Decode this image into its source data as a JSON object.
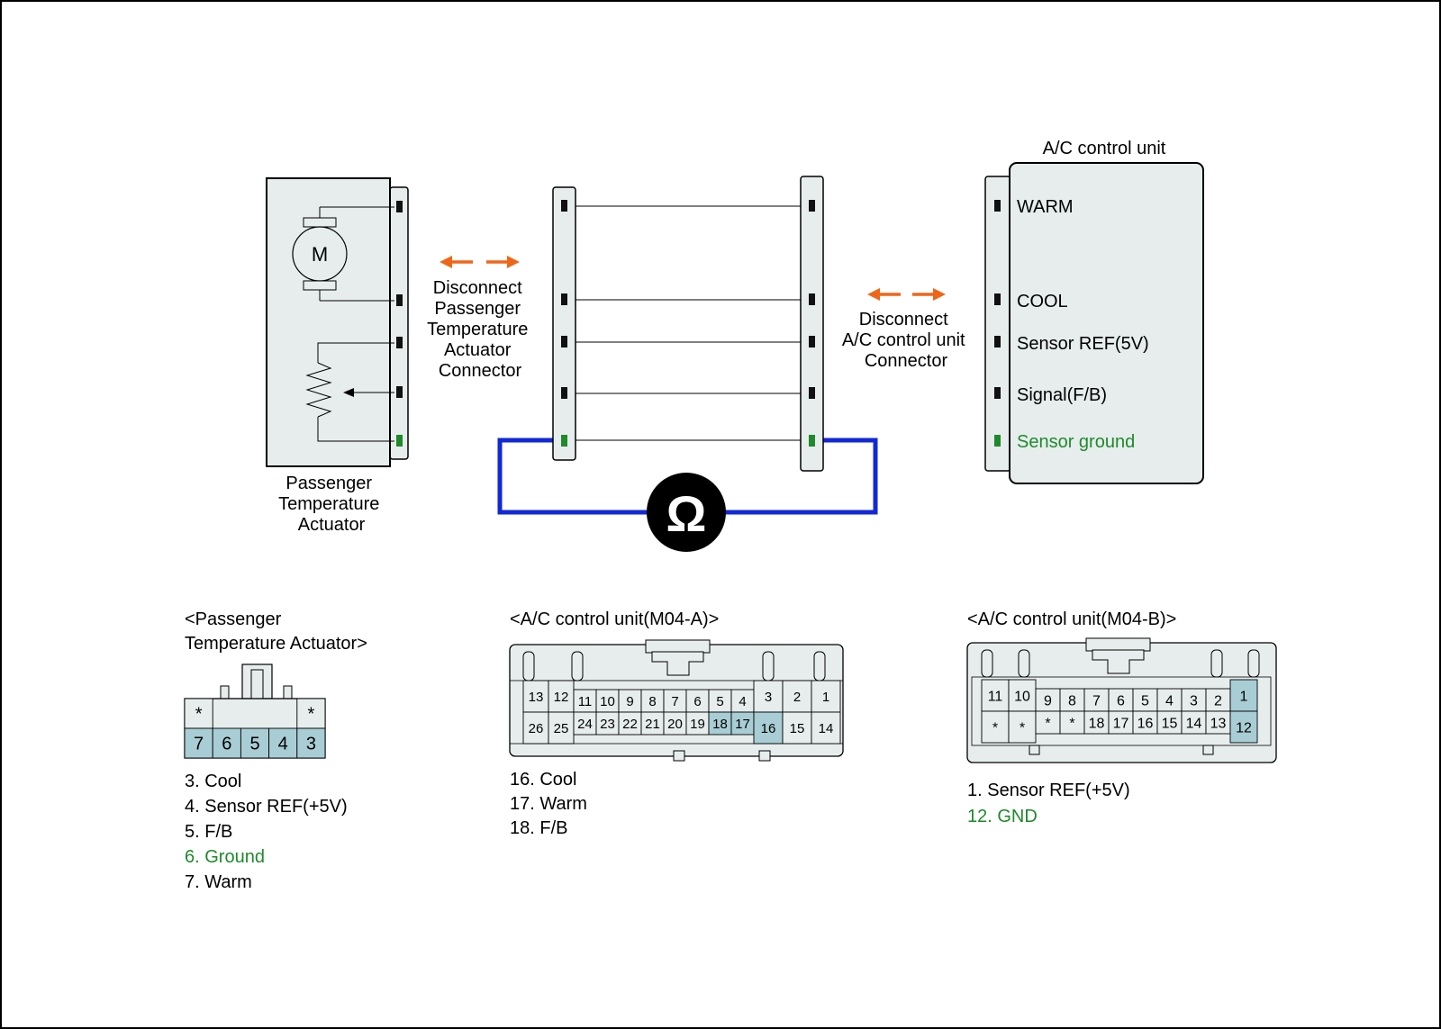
{
  "colors": {
    "panel_fill": "#e7eded",
    "pin_highlight": "#a8cdd4",
    "wire_blue": "#1228d6",
    "arrow_orange": "#ef6619",
    "ground_green": "#1e8a2a",
    "pin_black": "#111111"
  },
  "actuator": {
    "label_lines": [
      "Passenger",
      "Temperature",
      "Actuator"
    ],
    "motor_label": "M"
  },
  "disconnect_left": {
    "label_lines": [
      "Disconnect",
      "Passenger",
      "Temperature",
      "Actuator",
      "Connector"
    ]
  },
  "disconnect_right": {
    "label_lines": [
      "Disconnect",
      "A/C control unit",
      "Connector"
    ]
  },
  "acu": {
    "title": "A/C control unit",
    "terminals": [
      "WARM",
      "COOL",
      "Sensor REF(5V)",
      "Signal(F/B)",
      "Sensor ground"
    ]
  },
  "ohmmeter": {
    "symbol": "Ω"
  },
  "connector_actuator": {
    "title_lines": [
      "<Passenger",
      "Temperature Actuator>"
    ],
    "top_pins": [
      "*",
      "*"
    ],
    "bottom_pins": [
      "7",
      "6",
      "5",
      "4",
      "3"
    ],
    "highlighted": [
      "7",
      "6",
      "5",
      "4",
      "3"
    ],
    "legend": [
      {
        "text": "3. Cool",
        "color": "default"
      },
      {
        "text": "4. Sensor REF(+5V)",
        "color": "default"
      },
      {
        "text": "5. F/B",
        "color": "default"
      },
      {
        "text": "6. Ground",
        "color": "green"
      },
      {
        "text": "7. Warm",
        "color": "default"
      }
    ]
  },
  "connector_m04a": {
    "title": "<A/C control unit(M04-A)>",
    "top_row": [
      "13",
      "12",
      "11",
      "10",
      "9",
      "8",
      "7",
      "6",
      "5",
      "4",
      "3",
      "2",
      "1"
    ],
    "bottom_row": [
      "26",
      "25",
      "24",
      "23",
      "22",
      "21",
      "20",
      "19",
      "18",
      "17",
      "16",
      "15",
      "14"
    ],
    "highlighted": [
      "18",
      "17",
      "16"
    ],
    "legend": [
      {
        "text": "16. Cool",
        "color": "default"
      },
      {
        "text": "17. Warm",
        "color": "default"
      },
      {
        "text": "18. F/B",
        "color": "default"
      }
    ]
  },
  "connector_m04b": {
    "title": "<A/C control unit(M04-B)>",
    "top_row": [
      "11",
      "10",
      "9",
      "8",
      "7",
      "6",
      "5",
      "4",
      "3",
      "2",
      "1"
    ],
    "bottom_row": [
      "*",
      "*",
      "*",
      "*",
      "18",
      "17",
      "16",
      "15",
      "14",
      "13",
      "12"
    ],
    "highlighted": [
      "1",
      "12"
    ],
    "legend": [
      {
        "text": "1. Sensor REF(+5V)",
        "color": "default"
      },
      {
        "text": "12. GND",
        "color": "green"
      }
    ]
  }
}
